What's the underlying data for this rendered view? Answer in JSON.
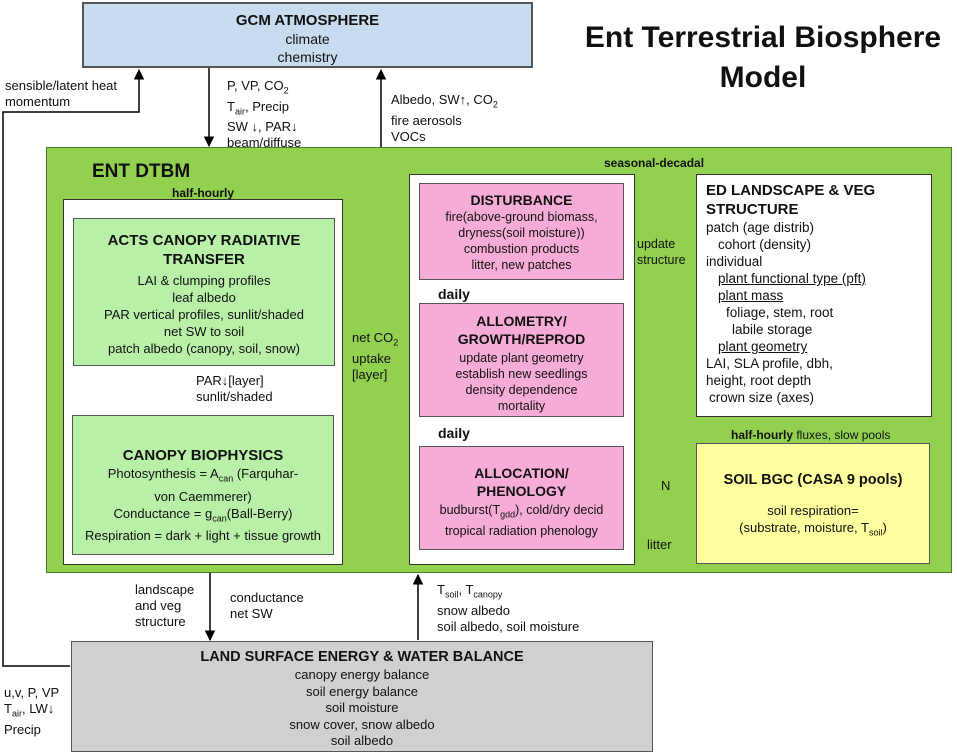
{
  "title": [
    "Ent Terrestrial Biosphere",
    "Model"
  ],
  "gcm": {
    "title": "GCM ATMOSPHERE",
    "lines": [
      "climate",
      "chemistry"
    ]
  },
  "gcm_side": [
    "sensible/latent heat",
    "momentum"
  ],
  "down_to_ent": [
    "P, VP, CO2",
    "Tair, Precip",
    "SW ↓, PAR↓",
    "beam/diffuse"
  ],
  "up_to_gcm": [
    "Albedo, SW↑, CO2",
    "fire aerosols",
    "VOCs"
  ],
  "ent": {
    "title": "ENT DTBM",
    "seasonal": "seasonal-decadal",
    "half_hourly": "half-hourly"
  },
  "acts": {
    "title": [
      "ACTS CANOPY RADIATIVE",
      "TRANSFER"
    ],
    "lines": [
      "LAI & clumping profiles",
      "leaf albedo",
      "PAR vertical profiles, sunlit/shaded",
      "net SW to soil",
      "patch albedo (canopy, soil, snow)"
    ]
  },
  "par_layer": [
    "PAR↓[layer]",
    "sunlit/shaded"
  ],
  "biophys": {
    "title": "CANOPY BIOPHYSICS",
    "lines": [
      "Photosynthesis = Acan (Farquhar-",
      "von Caemmerer)",
      "Conductance = gcan(Ball-Berry)",
      "Respiration = dark + light + tissue growth"
    ]
  },
  "netco2": [
    "net CO2",
    "uptake",
    "[layer]"
  ],
  "disturbance": {
    "title": "DISTURBANCE",
    "lines": [
      "fire(above-ground biomass,",
      "dryness(soil moisture))",
      "combustion products",
      "litter, new patches"
    ]
  },
  "daily": "daily",
  "allometry": {
    "title": [
      "ALLOMETRY/",
      "GROWTH/REPROD"
    ],
    "lines": [
      "update plant geometry",
      "establish new seedlings",
      "density dependence",
      "mortality"
    ]
  },
  "allocation": {
    "title": [
      "ALLOCATION/",
      "PHENOLOGY"
    ],
    "lines": [
      "budburst(Tgdd), cold/dry decid",
      "tropical radiation phenology"
    ]
  },
  "update_structure": [
    "update",
    "structure"
  ],
  "ed": {
    "title": [
      "ED LANDSCAPE & VEG",
      "STRUCTURE"
    ],
    "lines": [
      "patch (age distrib)",
      "cohort (density)",
      "individual",
      "plant functional type (pft)",
      "plant mass",
      "foliage, stem, root",
      "labile storage",
      "plant geometry",
      "LAI, SLA profile, dbh,",
      "height, root depth",
      "crown size (axes)"
    ]
  },
  "soil_header": [
    "half-hourly",
    "fluxes, slow pools"
  ],
  "soil": {
    "title": "SOIL BGC (CASA 9 pools)",
    "lines": [
      "soil respiration=",
      "(substrate, moisture, Tsoil)"
    ]
  },
  "n_label": "N",
  "litter_label": "litter",
  "landscape_label": [
    "landscape",
    "and veg",
    "structure"
  ],
  "conductance_label": [
    "conductance",
    "net SW"
  ],
  "tsoil_label": [
    "Tsoil, Tcanopy",
    "snow albedo",
    "soil albedo, soil moisture"
  ],
  "land": {
    "title": "LAND SURFACE ENERGY & WATER BALANCE",
    "lines": [
      "canopy energy balance",
      "soil energy balance",
      "soil moisture",
      "snow cover, snow albedo",
      "soil albedo"
    ]
  },
  "land_inputs": [
    "u,v, P, VP",
    "Tair, LW↓",
    "Precip"
  ],
  "colors": {
    "gcm": "#c8dcf0",
    "ent": "#92d050",
    "acts": "#b9f0a8",
    "pink": "#f7acd8",
    "soil": "#ffff9f",
    "land": "#d0d0d0"
  }
}
